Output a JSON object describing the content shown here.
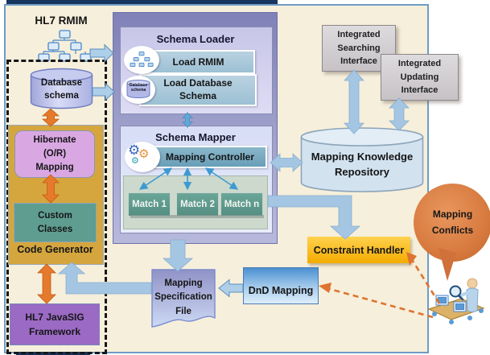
{
  "colors": {
    "background_beige": "#F6EFDB",
    "container_purple": "#8284BC",
    "code_generator_gold": "#D5A63E",
    "hibernate_plum": "#D9A8E3",
    "teal_green": "#5F9D91",
    "javasig_purple": "#9A6AC4",
    "arrow_blue": "#A5C6E2",
    "arrow_orange": "#E5792C",
    "constraint_yellow": "#FFC61E",
    "conflict_orange": "#D0703A",
    "navy_edge": "#17365D"
  },
  "icons": {
    "rmim_tree": "org-chart-of-monitors",
    "database": "database-cylinder",
    "mapper_gears": "three-gears",
    "conflict_person": "analyst-with-magnifier-on-platform"
  },
  "left": {
    "hl7_rmim": "HL7 RMIM",
    "database_schema": "Database\nschema",
    "hibernate": "Hibernate\n(O/R)\nMapping",
    "custom_classes": "Custom\nClasses",
    "code_generator": "Code Generator",
    "javasig": "HL7 JavaSIG\nFramework"
  },
  "loader": {
    "title": "Schema Loader",
    "load_rmim": "Load RMIM",
    "load_db": "Load Database\nSchema",
    "db_icon_label": "Database\nschema"
  },
  "mapper": {
    "title": "Schema Mapper",
    "controller": "Mapping Controller",
    "matches": [
      {
        "label": "Match 1"
      },
      {
        "label": "Match 2"
      },
      {
        "label": "Match n"
      }
    ]
  },
  "right": {
    "repository": "Mapping Knowledge\nRepository",
    "searching": "Integrated\nSearching\nInterface",
    "updating": "Integrated\nUpdating\nInterface",
    "constraint_handler": "Constraint Handler",
    "conflicts": "Mapping\nConflicts"
  },
  "bottom": {
    "dnd": "DnD Mapping",
    "spec_file": "Mapping\nSpecification\nFile"
  }
}
